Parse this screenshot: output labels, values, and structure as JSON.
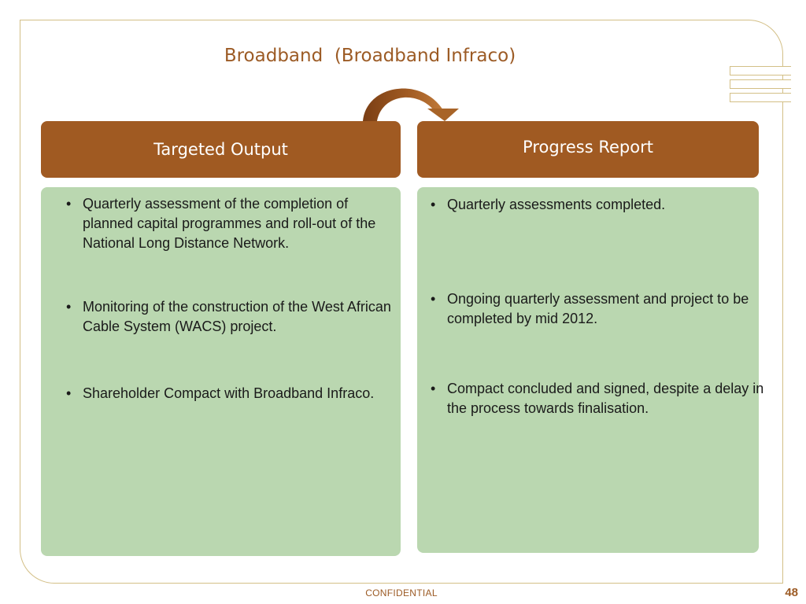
{
  "slide": {
    "title": "Broadband  (Broadband Infraco)",
    "footer": "CONFIDENTIAL",
    "page_number": "48"
  },
  "columns": {
    "left": {
      "header": "Targeted Output",
      "bullets": [
        "Quarterly assessment of the completion of planned capital programmes and roll-out of the National Long Distance Network.",
        "Monitoring of the construction of the West African Cable System (WACS) project.",
        "Shareholder Compact with Broadband Infraco."
      ]
    },
    "right": {
      "header": "Progress Report",
      "bullets": [
        "Quarterly assessments completed.",
        "Ongoing quarterly assessment and project to be completed by mid 2012.",
        "Compact concluded and signed, despite a delay in the process towards finalisation."
      ]
    }
  },
  "bullet_glyph": "•",
  "colors": {
    "header_fill": "#a05a22",
    "panel_fill": "#bad7b0",
    "accent_text": "#9c5b25",
    "frame_line": "#d3bf86"
  },
  "icons": {
    "connector": "curved-arrow-icon"
  }
}
